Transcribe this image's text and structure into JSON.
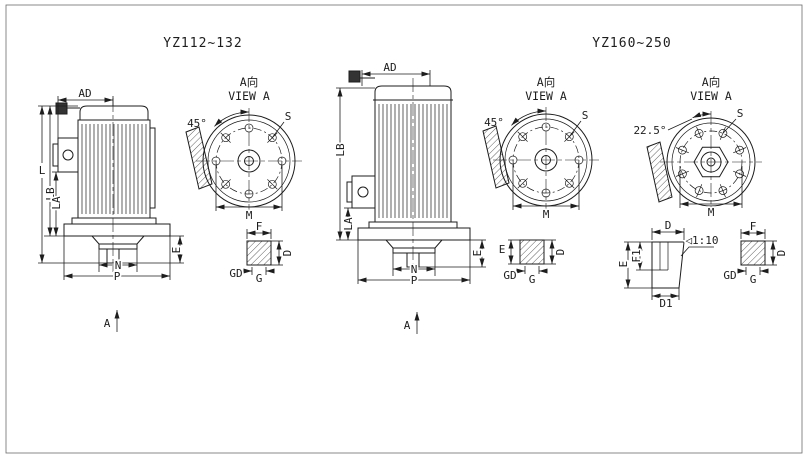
{
  "titles": {
    "left_model": "YZ112~132",
    "right_model": "YZ160~250"
  },
  "view_a": {
    "zh": "A向",
    "en": "VIEW A"
  },
  "labels": {
    "AD": "AD",
    "L": "L",
    "LB": "LB",
    "LA": "LA",
    "N": "N",
    "P": "P",
    "E": "E",
    "A": "A",
    "S": "S",
    "M": "M",
    "F": "F",
    "D": "D",
    "GD": "GD",
    "G": "G",
    "F1": "F1",
    "D1": "D1",
    "angle45": "45°",
    "angle225": "22.5°",
    "taper": "◁1:10"
  },
  "colors": {
    "ink": "#1d1d1d",
    "paper": "#ffffff"
  }
}
